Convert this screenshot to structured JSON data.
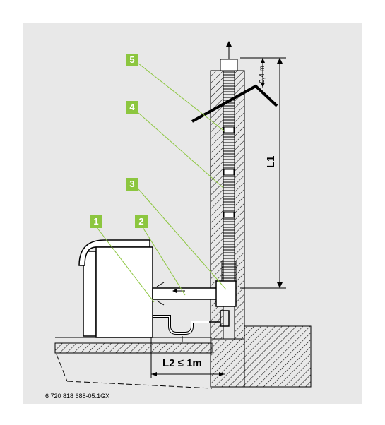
{
  "callouts": {
    "c1": "1",
    "c2": "2",
    "c3": "3",
    "c4": "4",
    "c5": "5"
  },
  "dimensions": {
    "l1": "L1",
    "roof_clearance": "0,4 m",
    "l2": "L2 ≤ 1m"
  },
  "figure_code": "6 720 818 688-05.1GX",
  "colors": {
    "panel_bg": "#e8e8e8",
    "callout": "#8cc63f",
    "leader": "#8cc63f"
  }
}
